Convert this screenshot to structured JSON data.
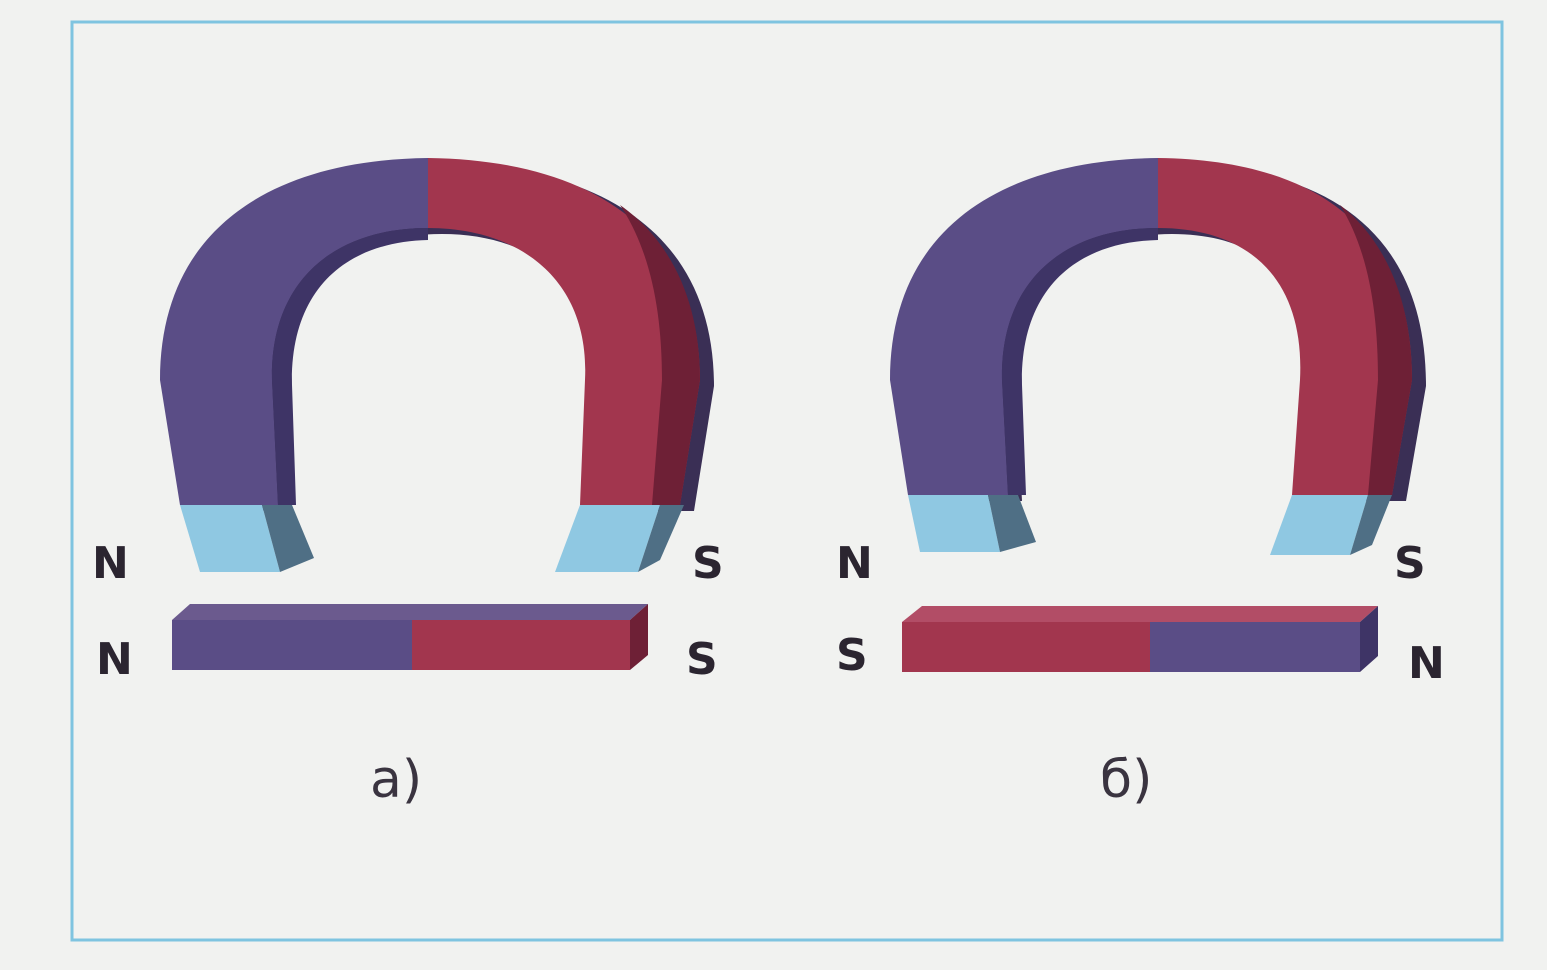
{
  "colors": {
    "background": "#f1f2f0",
    "frame": "#7fc4e0",
    "north": "#5a4d86",
    "north_dark": "#3e3466",
    "south": "#a2364e",
    "south_dark": "#6e2036",
    "pole_tip": "#8fc8e2",
    "pole_tip_dark": "#4f6f85",
    "label": "#2b2530"
  },
  "panels": [
    {
      "caption": "а)",
      "horseshoe": {
        "left_pole": "N",
        "right_pole": "S"
      },
      "bar": {
        "left_pole": "N",
        "right_pole": "S"
      }
    },
    {
      "caption": "б)",
      "horseshoe": {
        "left_pole": "N",
        "right_pole": "S"
      },
      "bar": {
        "left_pole": "S",
        "right_pole": "N"
      }
    }
  ]
}
